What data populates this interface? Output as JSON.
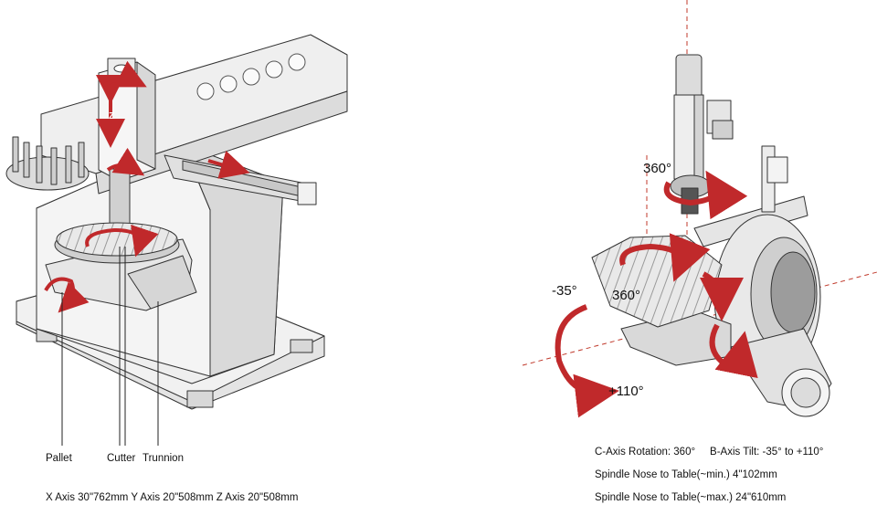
{
  "left_figure": {
    "axis_letter": "Z",
    "callouts": {
      "pallet": "Pallet",
      "cutter": "Cutter",
      "trunnion": "Trunnion"
    },
    "travel": "X Axis 30\"762mm   Y Axis 20\"508mm   Z Axis 20\"508mm"
  },
  "right_figure": {
    "angles": {
      "spindle_rotation": "360°",
      "table_rotation": "360°",
      "tilt_min": "-35°",
      "tilt_max": "+110°"
    },
    "specs": {
      "line1": "C-Axis Rotation: 360°     B-Axis Tilt: -35° to +110°",
      "line2": "Spindle Nose to Table(~min.) 4\"102mm",
      "line3": "Spindle Nose to Table(~max.) 24\"610mm"
    }
  },
  "colors": {
    "accent_red": "#c0292b",
    "guide_red": "#c0392b",
    "line": "#333333",
    "fill_light": "#ececec",
    "fill_mid": "#d6d6d6"
  }
}
